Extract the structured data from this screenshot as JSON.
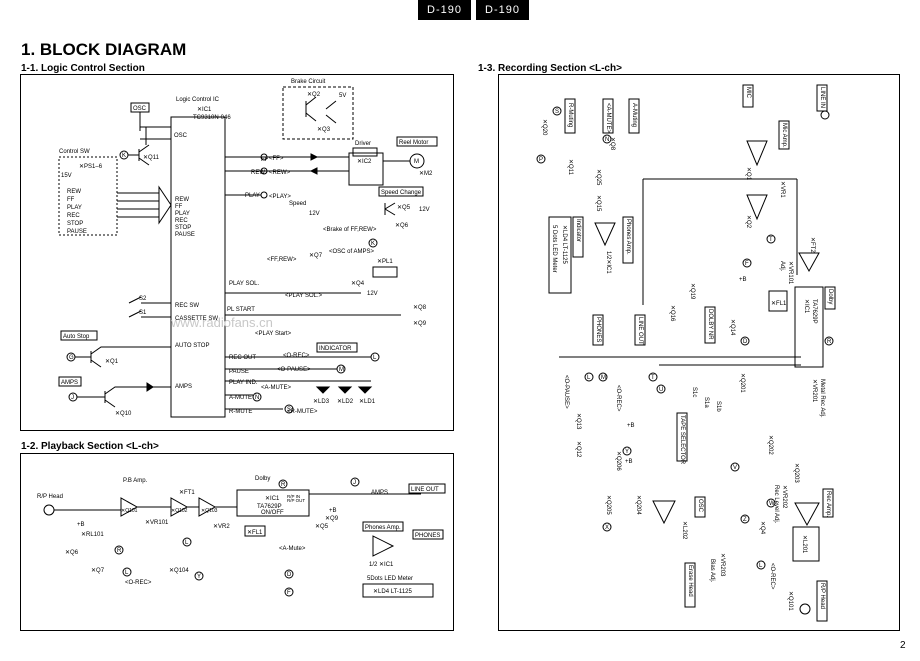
{
  "header": {
    "tab1": "D-190",
    "tab2": "D-190"
  },
  "main_title": "1. BLOCK DIAGRAM",
  "sections": {
    "logic": "1-1.  Logic Control Section",
    "playback": "1-2.  Playback Section <L-ch>",
    "recording": "1-3.  Recording Section <L-ch>"
  },
  "logic": {
    "ic_title": "Logic Control IC",
    "ic_part1": "✕IC1",
    "ic_part2": "TC9310N-046",
    "osc": "OSC",
    "control_sw": "Control SW",
    "control_sw_sub": "✕PS1–6",
    "v15": "15V",
    "sw_items": [
      "REW",
      "FF",
      "PLAY",
      "REC",
      "STOP",
      "PAUSE"
    ],
    "in_labels": [
      "REW",
      "FF",
      "PLAY",
      "REC",
      "STOP",
      "PAUSE"
    ],
    "rec_sw": "REC SW",
    "cassette_sw": "CASSETTE SW",
    "auto_stop_in": "AUTO STOP",
    "amps_in": "AMPS",
    "s152": "S2",
    "s151": "S1",
    "auto_stop_box": "Auto Stop",
    "amps_box": "AMPS",
    "q11": "✕Q11",
    "q1": "✕Q1",
    "q10": "✕Q10",
    "out_ff": "FF",
    "out_rew": "REW",
    "out_play": "PLAY",
    "out_play_sol": "PLAY SOL.",
    "out_pl_start": "PL START",
    "out_rec_out": "REC OUT",
    "out_pause": "PAUSE",
    "out_play_ind": "PLAY IND.",
    "out_amute": "A-MUTE",
    "out_rmute": "R-MUTE",
    "brake_circuit": "Brake Circuit",
    "q2": "✕Q2",
    "q3": "✕Q3",
    "v5": "5V",
    "driver": "Driver",
    "ic2": "✕IC2",
    "reel_motor": "Reel Motor",
    "m2": "✕M2",
    "speed_change": "Speed Change",
    "q5": "✕Q5",
    "q6": "✕Q6",
    "q7": "✕Q7",
    "v12": "12V",
    "brake_ff_rew": "<Brake of FF,REW>",
    "osc_amps": "<OSC of AMPS>",
    "ff_rew": "<FF,REW>",
    "play_sol": "<PLAY SOL.>",
    "pl1": "✕PL1",
    "q4": "✕Q4",
    "q8": "✕Q8",
    "q9": "✕Q9",
    "play_start": "<PLAY Start>",
    "indicator": "INDICATOR",
    "o_rec": "<O-REC>",
    "o_pause": "<O-PAUSE>",
    "a_mute": "<A-MUTE>",
    "r_mute": "<R-MUTE>",
    "ld1": "✕LD1",
    "ld2": "✕LD2",
    "ld3": "✕LD3",
    "speed": "Speed",
    "ff_tag": "<FF>",
    "rew_tag": "<REW>",
    "play_tag": "<PLAY>",
    "watermark": "www.radiofans.cn"
  },
  "playback": {
    "rp_head": "R/P Head",
    "pb_amp": "P.B Amp.",
    "q101": "✕Q101",
    "q102": "✕Q102",
    "q103": "✕Q103",
    "vr101": "✕VR101",
    "vr2": "✕VR2",
    "rl101": "✕RL101",
    "q104": "✕Q104",
    "vft1": "✕FT1",
    "dolby": "Dolby",
    "ic1": "✕IC1",
    "ta": "TA7629P",
    "onoff": "ON/OFF",
    "fl1": "✕FL1",
    "rp_in": "R/P IN",
    "rp_out": "R/P OUT",
    "amps": "AMPS",
    "line_out": "LINE OUT",
    "phones": "PHONES",
    "phones_amp": "Phones Amp.",
    "half_ic": "1/2 ✕IC1",
    "amute": "<A-Mute>",
    "orec": "<O-REC>",
    "q6": "✕Q6",
    "q7": "✕Q7",
    "q9": "✕Q9",
    "q5": "✕Q5",
    "led_meter": "5Dots LED Meter",
    "ld4": "✕LD4  LT-1125",
    "plus_b": "+B"
  },
  "recording": {
    "line_in": "LINE IN",
    "mic": "MIC",
    "mic_amp": "Mic Amp.",
    "q1": "✕Q1",
    "q2": "✕Q2",
    "vr1": "✕VR1",
    "vft2": "✕FT2",
    "r_muting": "R-Muting",
    "a_muting": "A-Muting",
    "a_mute": "<A-MUTE>",
    "q20": "✕Q20",
    "q11": "✕Q11",
    "q8": "✕Q8",
    "q15": "✕Q15",
    "q25": "✕Q25",
    "indicator": "Indicator",
    "led5": "5 Dots LED Meter",
    "ld4": "✕LD4  LT-1125",
    "phones_amp": "Phones Amp.",
    "half_ic1": "1/2✕IC1",
    "phones": "PHONES",
    "line_out": "LINE OUT",
    "dolby": "Dolby",
    "dolby_nr": "DOLBY NR",
    "xic1": "✕IC1",
    "ta": "TA7629P",
    "fl1": "✕FL1",
    "q14": "✕Q14",
    "q16": "✕Q16",
    "q19": "✕Q19",
    "vr101": "✕VR101",
    "vr1_adj": "Adj.",
    "o_pause": "<O-PAUSE>",
    "o_rec": "<O-REC>",
    "q13": "✕Q13",
    "q12": "✕Q12",
    "tape_selector": "TAPE SELECTOR",
    "s1a": "S1a",
    "s1b": "S1b",
    "s1c": "S1c",
    "q201": "✕Q201",
    "q202": "✕Q202",
    "q203": "✕Q203",
    "q204": "✕Q204",
    "q205": "✕Q205",
    "q206": "✕Q206",
    "vr201": "✕VR201",
    "metal_rec_adj": "Metal Rec Adj.",
    "osc": "OSC",
    "vl202": "✕L202",
    "vl201": "✕L201",
    "vr203": "✕VR203",
    "bias_adj": "Bias Adj.",
    "erase_head": "Erase Head",
    "rec_amp": "Rec Amp.",
    "rec_level_adj": "Rec Level Adj.",
    "vr202": "✕VR202",
    "q4": "✕Q4",
    "q101": "✕Q101",
    "rp_head": "R/P Head",
    "plus_b": "+B"
  },
  "page_number": "2"
}
